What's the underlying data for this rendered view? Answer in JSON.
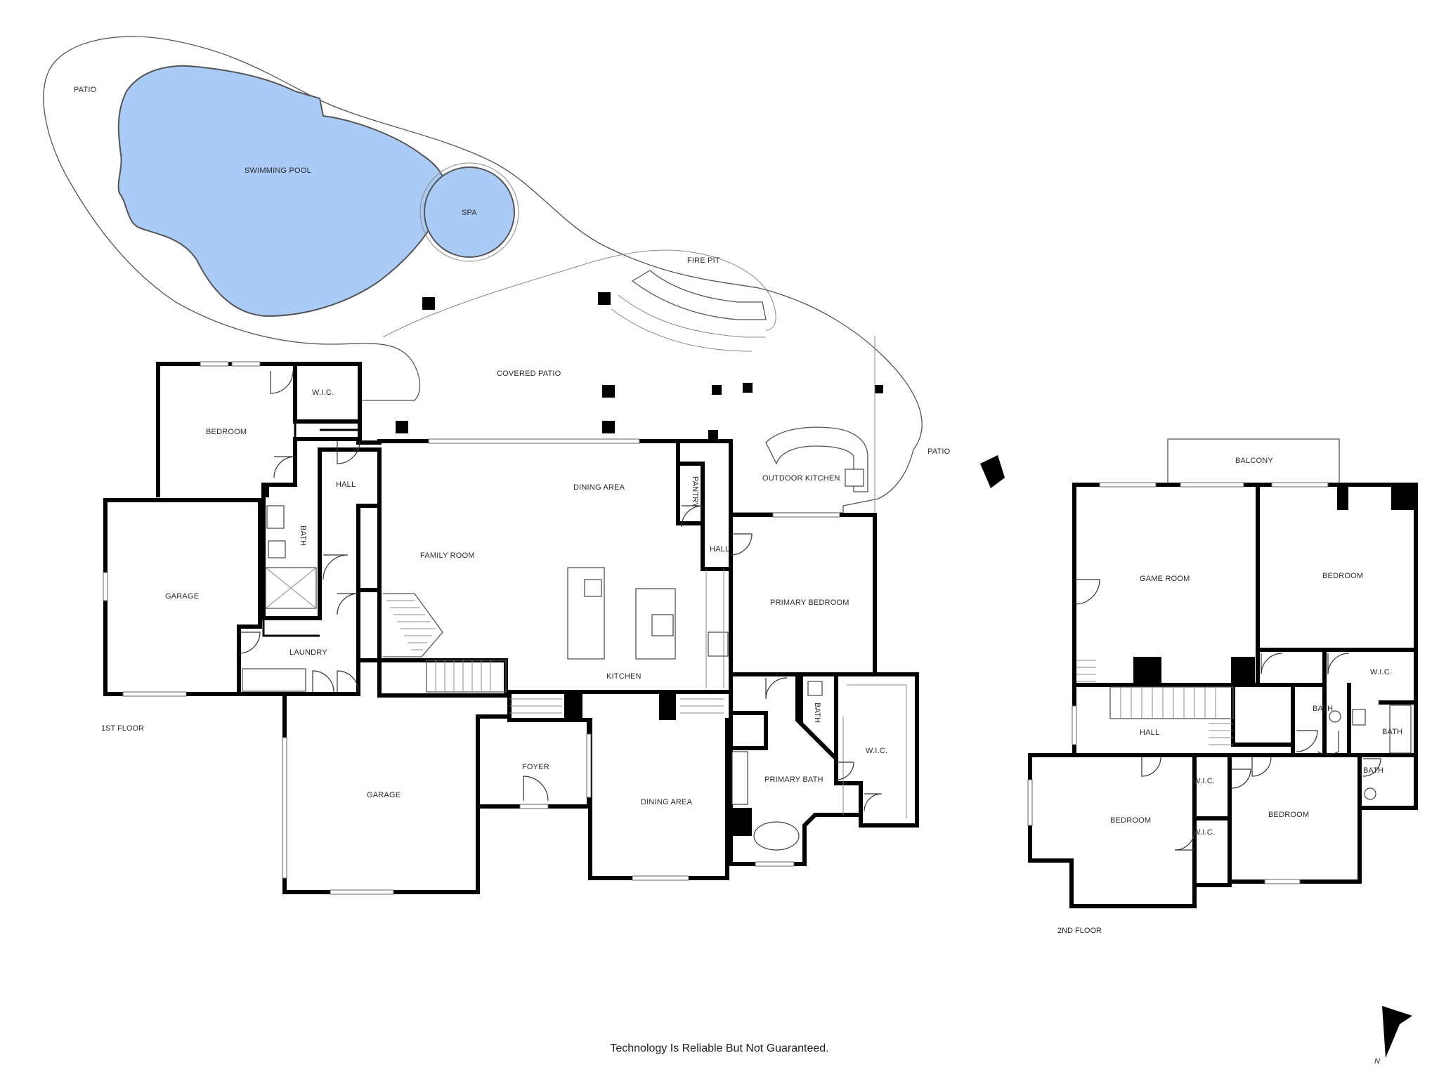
{
  "first_floor": {
    "floor_label": "1ST FLOOR",
    "rooms": {
      "patio_left": "PATIO",
      "swimming_pool": "SWIMMING POOL",
      "spa": "SPA",
      "fire_pit": "FIRE PIT",
      "covered_patio": "COVERED PATIO",
      "patio_right": "PATIO",
      "outdoor_kitchen": "OUTDOOR KITCHEN",
      "wic_top": "W.I.C.",
      "bedroom": "BEDROOM",
      "hall_left": "HALL",
      "bath_left": "BATH",
      "garage_left": "GARAGE",
      "laundry": "LAUNDRY",
      "family_room": "FAMILY ROOM",
      "dining_area_top": "DINING AREA",
      "pantry": "PANTRY",
      "hall_small": "HALL",
      "kitchen": "KITCHEN",
      "primary_bedroom": "PRIMARY BEDROOM",
      "bath_small": "BATH",
      "primary_bath": "PRIMARY BATH",
      "wic_primary": "W.I.C.",
      "garage_bottom": "GARAGE",
      "foyer": "FOYER",
      "dining_area_bottom": "DINING AREA"
    }
  },
  "second_floor": {
    "floor_label": "2ND FLOOR",
    "rooms": {
      "balcony": "BALCONY",
      "game_room": "GAME ROOM",
      "bedroom_ne": "BEDROOM",
      "wic_ne": "W.I.C.",
      "bath_a": "BATH",
      "bath_b": "BATH",
      "bath_c": "BATH",
      "hall": "HALL",
      "wic_a": "W.I.C.",
      "wic_b": "W.I.C.",
      "bedroom_sw": "BEDROOM",
      "bedroom_se": "BEDROOM"
    }
  },
  "compass": {
    "north_label": "N"
  },
  "footer": {
    "disclaimer": "Technology Is Reliable But Not Guaranteed."
  },
  "colors": {
    "pool": "#a9cbf6",
    "walls": "#000000",
    "outline": "#666666"
  }
}
